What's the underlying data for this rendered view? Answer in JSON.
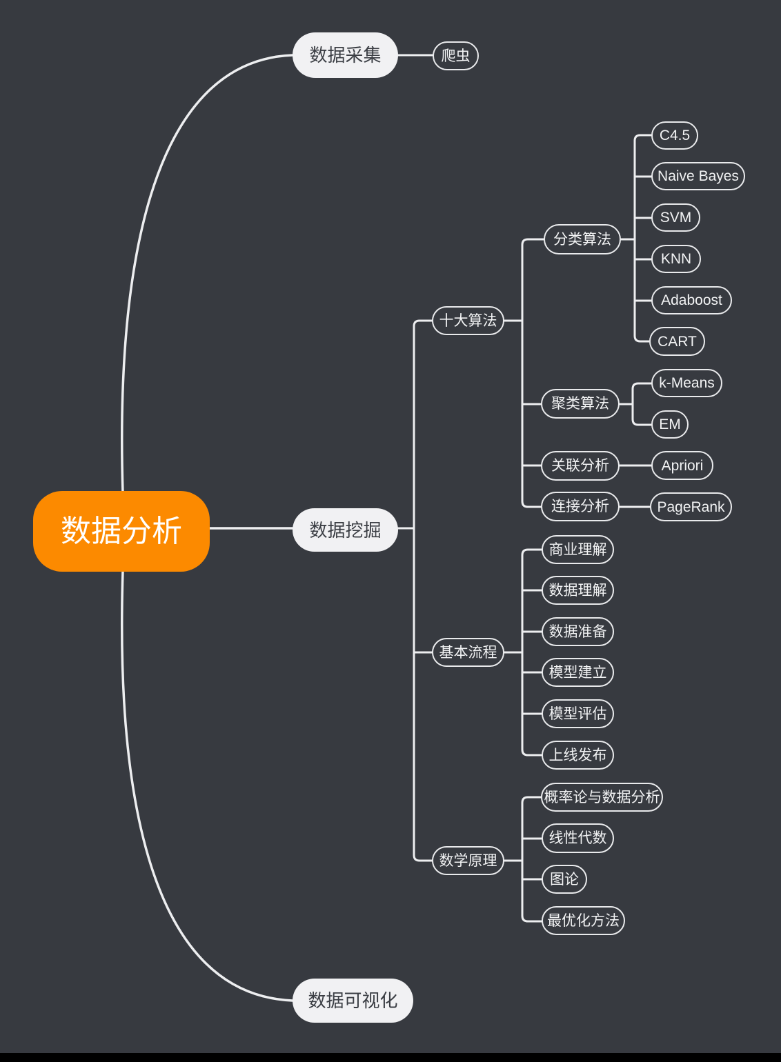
{
  "colors": {
    "background": "#373A40",
    "line": "#EDEEF0",
    "accent_orange": "#FC8A00",
    "node_fill": "#F1F1F3",
    "outline_border": "#E9EAEC",
    "light_text": "#F2F3F4",
    "dark_text": "#3B3E44",
    "root_text": "#FFFFFF",
    "bottom_strip": "#000000"
  },
  "mindmap": {
    "nodes": [
      {
        "id": "root",
        "label": "数据分析",
        "parent": null
      },
      {
        "id": "data-collection",
        "label": "数据采集",
        "parent": "root"
      },
      {
        "id": "crawler",
        "label": "爬虫",
        "parent": "data-collection"
      },
      {
        "id": "data-mining",
        "label": "数据挖掘",
        "parent": "root"
      },
      {
        "id": "top-ten-algorithms",
        "label": "十大算法",
        "parent": "data-mining"
      },
      {
        "id": "classification",
        "label": "分类算法",
        "parent": "top-ten-algorithms"
      },
      {
        "id": "c45",
        "label": "C4.5",
        "parent": "classification"
      },
      {
        "id": "naive-bayes",
        "label": "Naive Bayes",
        "parent": "classification"
      },
      {
        "id": "svm",
        "label": "SVM",
        "parent": "classification"
      },
      {
        "id": "knn",
        "label": "KNN",
        "parent": "classification"
      },
      {
        "id": "adaboost",
        "label": "Adaboost",
        "parent": "classification"
      },
      {
        "id": "cart",
        "label": "CART",
        "parent": "classification"
      },
      {
        "id": "clustering",
        "label": "聚类算法",
        "parent": "top-ten-algorithms"
      },
      {
        "id": "k-means",
        "label": "k-Means",
        "parent": "clustering"
      },
      {
        "id": "em",
        "label": "EM",
        "parent": "clustering"
      },
      {
        "id": "association",
        "label": "关联分析",
        "parent": "top-ten-algorithms"
      },
      {
        "id": "apriori",
        "label": "Apriori",
        "parent": "association"
      },
      {
        "id": "link-analysis",
        "label": "连接分析",
        "parent": "top-ten-algorithms"
      },
      {
        "id": "pagerank",
        "label": "PageRank",
        "parent": "link-analysis"
      },
      {
        "id": "basic-process",
        "label": "基本流程",
        "parent": "data-mining"
      },
      {
        "id": "business-understanding",
        "label": "商业理解",
        "parent": "basic-process"
      },
      {
        "id": "data-understanding",
        "label": "数据理解",
        "parent": "basic-process"
      },
      {
        "id": "data-preparation",
        "label": "数据准备",
        "parent": "basic-process"
      },
      {
        "id": "model-building",
        "label": "模型建立",
        "parent": "basic-process"
      },
      {
        "id": "model-evaluation",
        "label": "模型评估",
        "parent": "basic-process"
      },
      {
        "id": "launch-release",
        "label": "上线发布",
        "parent": "basic-process"
      },
      {
        "id": "math-principles",
        "label": "数学原理",
        "parent": "data-mining"
      },
      {
        "id": "probability-and-data-analysis",
        "label": "概率论与数据分析",
        "parent": "math-principles"
      },
      {
        "id": "linear-algebra",
        "label": "线性代数",
        "parent": "math-principles"
      },
      {
        "id": "graph-theory",
        "label": "图论",
        "parent": "math-principles"
      },
      {
        "id": "optimization",
        "label": "最优化方法",
        "parent": "math-principles"
      }
    ]
  }
}
